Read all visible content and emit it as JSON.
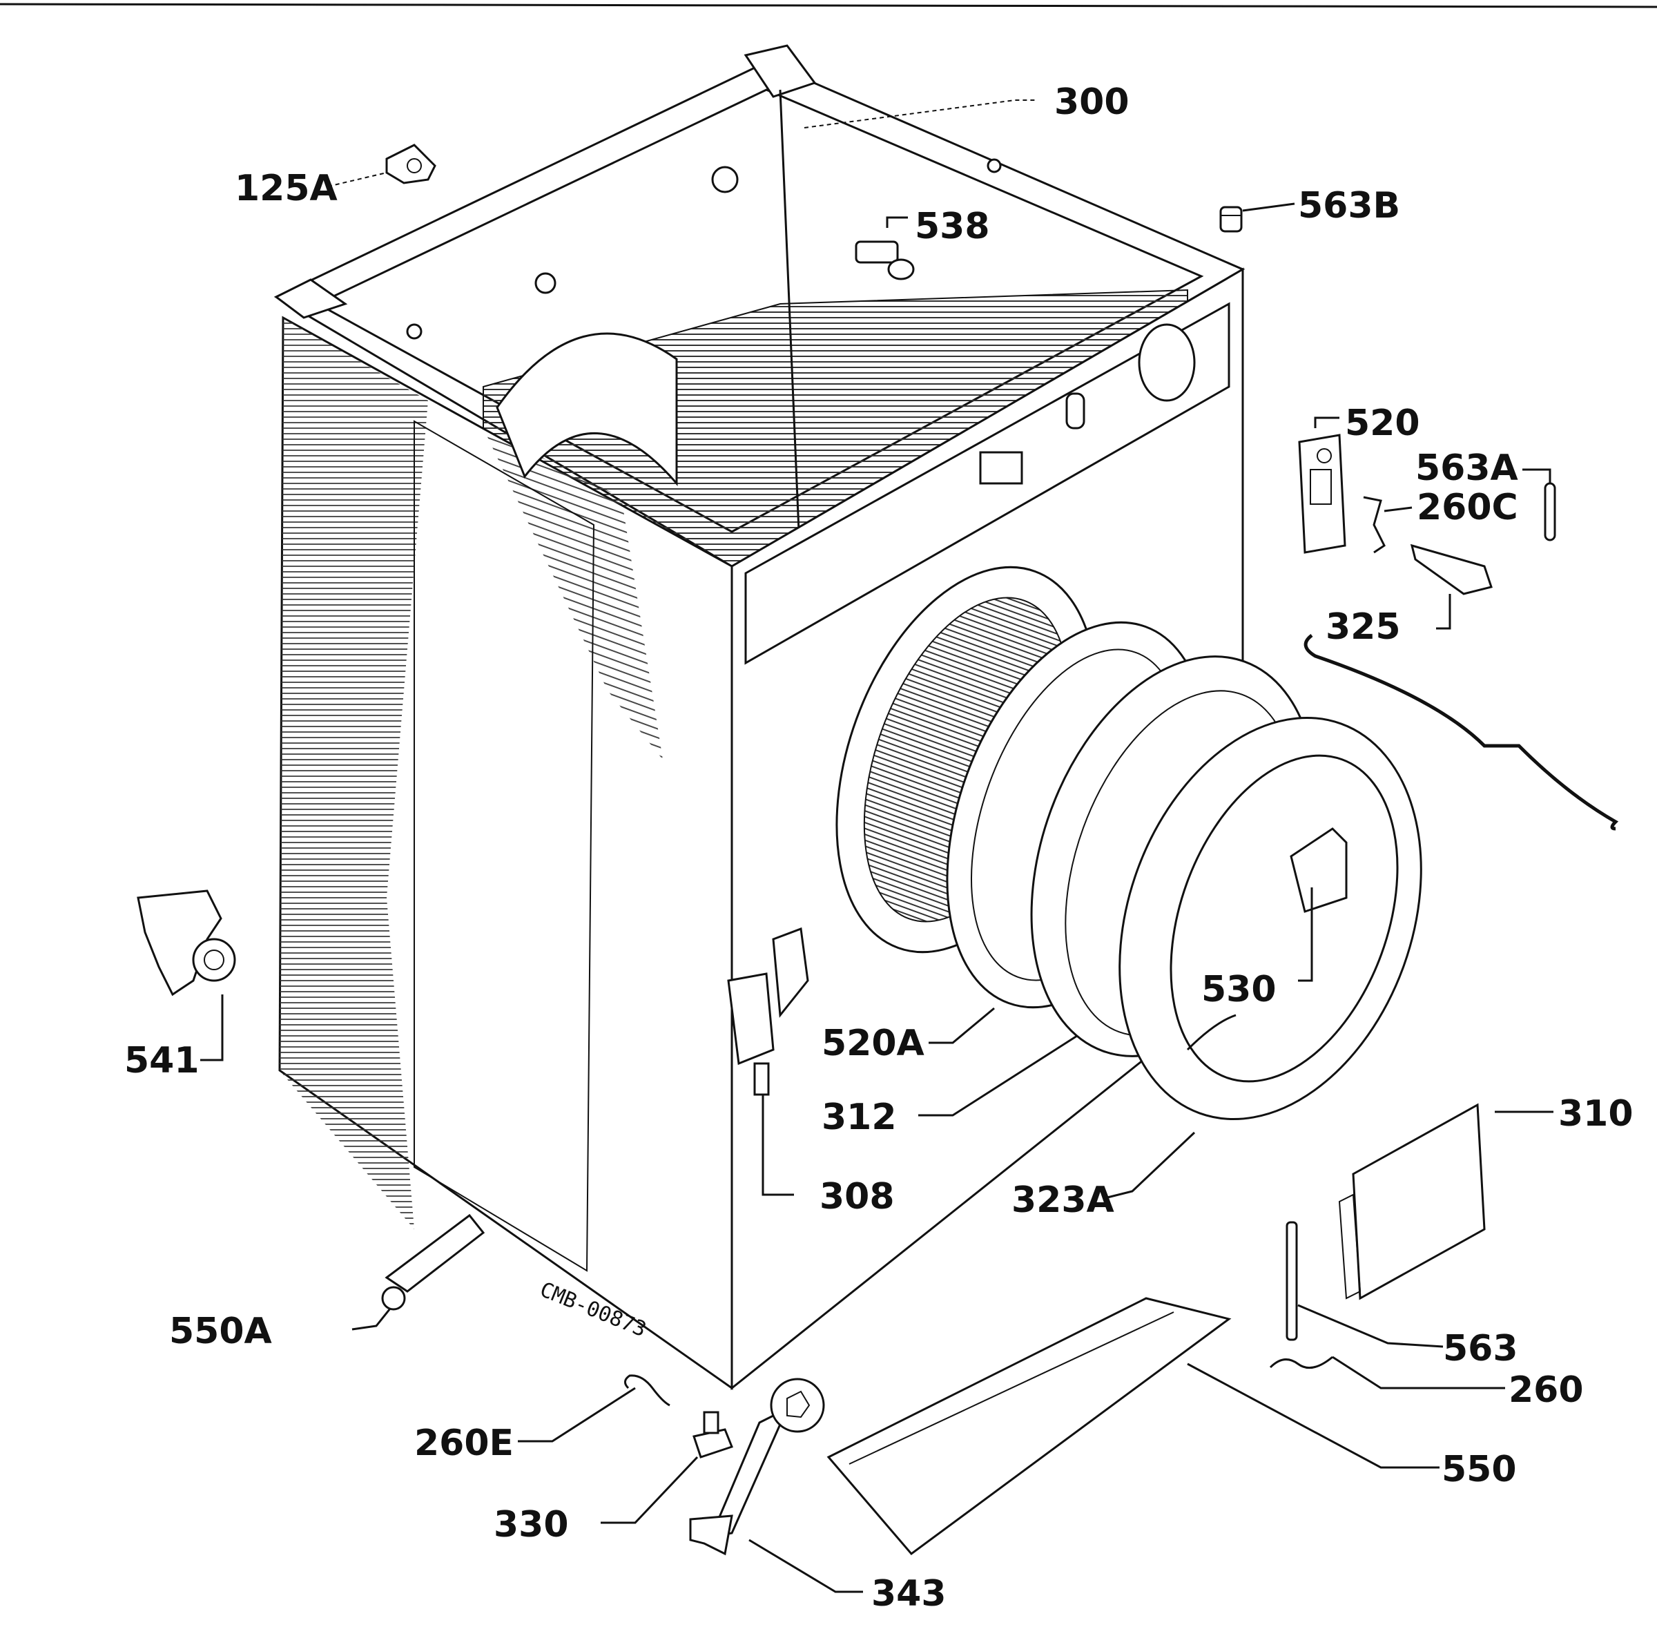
{
  "diagram": {
    "reference_code": "CMB-00873",
    "labels": {
      "p300": "300",
      "p125a": "125",
      "p125a_suffix": "A",
      "p538": "538",
      "p563b": "563",
      "p563b_suffix": "B",
      "p520": "520",
      "p563a": "563",
      "p563a_suffix": "A",
      "p260c": "260",
      "p260c_suffix": "C",
      "p325": "325",
      "p541": "541",
      "p530": "530",
      "p520a": "520",
      "p520a_suffix": "A",
      "p312": "312",
      "p310": "310",
      "p308": "308",
      "p323a": "323",
      "p323a_suffix": "A",
      "p550a": "550",
      "p550a_suffix": "A",
      "p563": "563",
      "p260": "260",
      "p260e": "260",
      "p260e_suffix": "E",
      "p550": "550",
      "p330": "330",
      "p343": "343"
    }
  }
}
